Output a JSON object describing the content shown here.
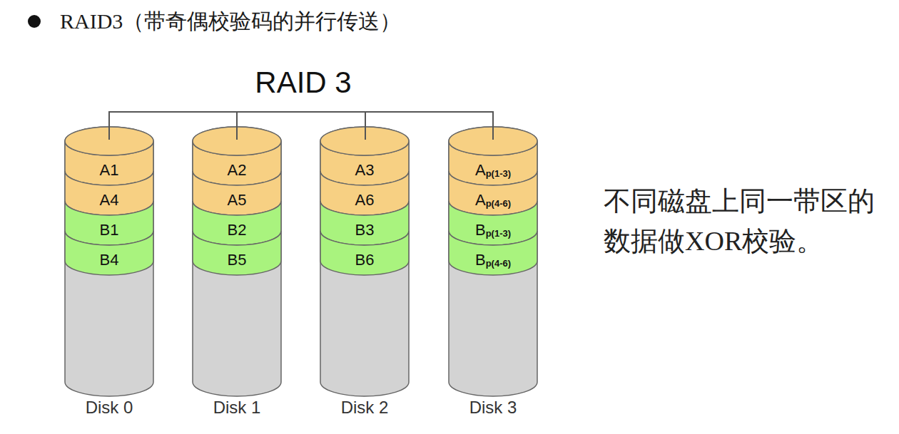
{
  "diagram": {
    "title": "RAID3（带奇偶校验码的并行传送）",
    "nodes": [
      {
        "text": [
          "Disk 0"
        ]
      },
      {
        "text": [
          "A1"
        ],
        "in": 0
      },
      {
        "text": [
          "A4"
        ],
        "in": 0
      },
      {
        "text": [
          "B1"
        ],
        "in": 0
      },
      {
        "text": [
          "B4"
        ],
        "in": 0
      },
      {
        "text": [
          "Disk 1"
        ]
      },
      {
        "text": [
          "A2"
        ],
        "in": 5
      },
      {
        "text": [
          "A5"
        ],
        "in": 5
      },
      {
        "text": [
          "B2"
        ],
        "in": 5
      },
      {
        "text": [
          "B5"
        ],
        "in": 5
      },
      {
        "text": [
          "Disk 2"
        ]
      },
      {
        "text": [
          "A3"
        ],
        "in": 10
      },
      {
        "text": [
          "A6"
        ],
        "in": 10
      },
      {
        "text": [
          "B3"
        ],
        "in": 10
      },
      {
        "text": [
          "B6"
        ],
        "in": 10
      },
      {
        "text": [
          "Disk 3"
        ]
      },
      {
        "text": [
          "A",
          "p(1-3)"
        ],
        "in": 15
      },
      {
        "text": [
          "A",
          "p(4-6)"
        ],
        "in": 15
      },
      {
        "text": [
          "B",
          "p(1-3)"
        ],
        "in": 15
      },
      {
        "text": [
          "B",
          "p(4-6)"
        ],
        "in": 15
      }
    ],
    "labels": [
      "RAID 3",
      "不同磁盘上同一带区的数据做XOR校验。"
    ]
  }
}
